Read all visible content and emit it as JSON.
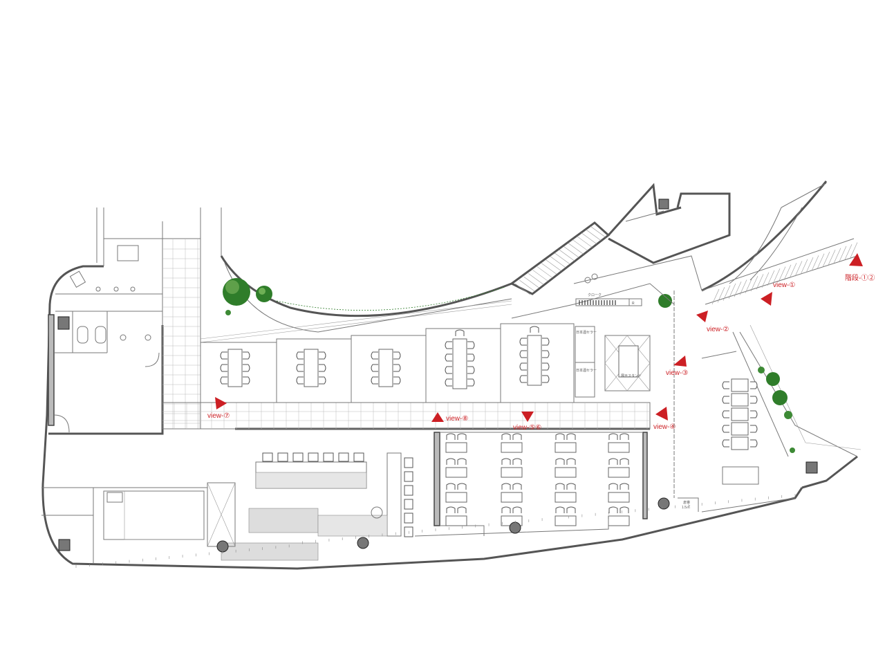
{
  "views": [
    {
      "label": "view-①"
    },
    {
      "label": "view-②"
    },
    {
      "label": "view-③"
    },
    {
      "label": "view-④"
    },
    {
      "label": "view-⑤⑥"
    },
    {
      "label": "view-⑦"
    },
    {
      "label": "view-⑧"
    }
  ],
  "stairs_label": "階段-①②",
  "room_labels": {
    "cloak": "クローク",
    "sake_cellar_1": "日本酒セラー",
    "sake_cellar_2": "日本酒セラー",
    "display_stand": "展示スタンド",
    "storage": "倉庫",
    "storage_area": "1.5㎡",
    "register": "R"
  },
  "colors": {
    "marker": "#cc1f24",
    "wall": "#555555",
    "greenery": "#2f7d2a"
  }
}
